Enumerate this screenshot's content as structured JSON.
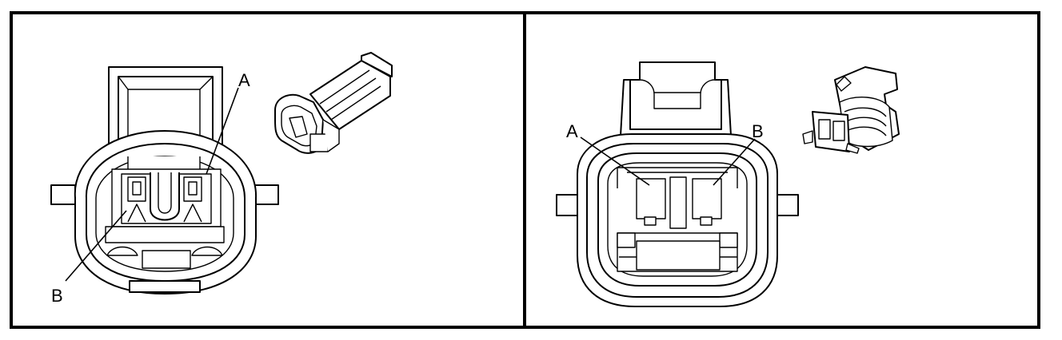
{
  "panels": [
    {
      "callouts": [
        {
          "id": "A",
          "text": "A"
        },
        {
          "id": "B",
          "text": "B"
        }
      ]
    },
    {
      "callouts": [
        {
          "id": "A",
          "text": "A"
        },
        {
          "id": "B",
          "text": "B"
        }
      ]
    }
  ]
}
